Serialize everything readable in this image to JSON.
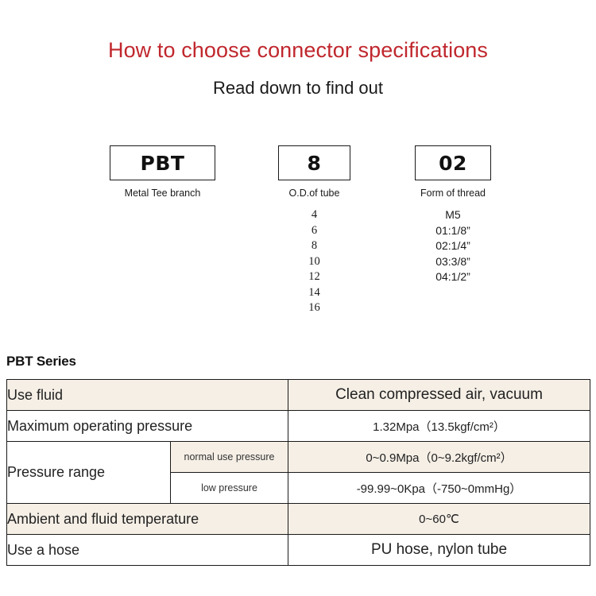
{
  "title": "How to choose connector specifications",
  "subtitle": "Read down to find out",
  "code_breakdown": [
    {
      "code": "PBT",
      "caption": "Metal Tee branch",
      "options": []
    },
    {
      "code": "8",
      "caption": "O.D.of tube",
      "options": [
        "4",
        "6",
        "8",
        "10",
        "12",
        "14",
        "16"
      ]
    },
    {
      "code": "02",
      "caption": "Form of thread",
      "options": [
        "M5",
        "01:1/8”",
        "02:1/4”",
        "03:3/8”",
        "04:1/2”"
      ]
    }
  ],
  "series_label": "PBT Series",
  "spec_table": {
    "rows": [
      {
        "label": "Use fluid",
        "value": "Clean compressed air, vacuum"
      },
      {
        "label": "Maximum operating pressure",
        "value": "1.32Mpa（13.5kgf/cm²）"
      },
      {
        "label": "Pressure range",
        "subrows": [
          {
            "sublabel": "normal use pressure",
            "value": "0~0.9Mpa（0~9.2kgf/cm²）"
          },
          {
            "sublabel": "low pressure",
            "value": "-99.99~0Kpa（-750~0mmHg）"
          }
        ]
      },
      {
        "label": "Ambient and fluid temperature",
        "value": "0~60℃"
      },
      {
        "label": "Use a hose",
        "value": "PU hose, nylon tube"
      }
    ]
  },
  "colors": {
    "title_red": "#c0272d",
    "row_beige": "#f5efe6",
    "border": "#1a1a1a",
    "text": "#231f20"
  }
}
